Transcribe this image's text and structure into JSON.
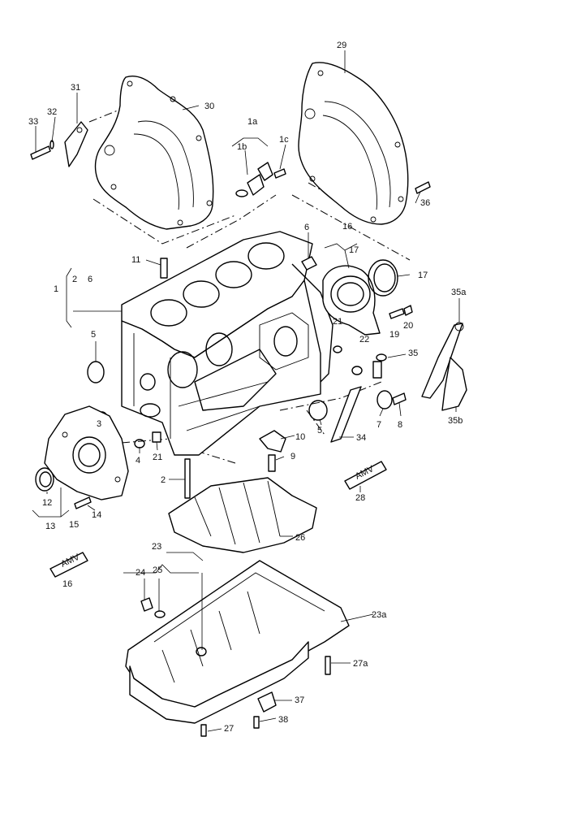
{
  "callouts": {
    "c29": "29",
    "c30": "30",
    "c31": "31",
    "c32": "32",
    "c33": "33",
    "c1a": "1a",
    "c1b": "1b",
    "c1c": "1c",
    "c16": "16",
    "c36": "36",
    "c6": "6",
    "c17a": "17",
    "c17b": "17",
    "c11": "11",
    "c1": "1",
    "c2a": "2",
    "c6b": "6",
    "c5a": "5",
    "c21a": "21",
    "c22": "22",
    "c19": "19",
    "c20": "20",
    "c35a": "35a",
    "c35": "35",
    "c3": "3",
    "c4": "4",
    "c21b": "21",
    "c10": "10",
    "c5b": "5",
    "c7": "7",
    "c8": "8",
    "c35b": "35b",
    "c34": "34",
    "c9": "9",
    "c2b": "2",
    "c12": "12",
    "c13": "13",
    "c15": "15",
    "c14": "14",
    "c28": "28",
    "c23": "23",
    "c26": "26",
    "c16b": "16",
    "c24": "24",
    "c25": "25",
    "c23a": "23a",
    "c27a": "27a",
    "c37": "37",
    "c38": "38",
    "c27": "27"
  },
  "tube_labels": {
    "amv1": "AMV",
    "amv2": "AMV"
  }
}
